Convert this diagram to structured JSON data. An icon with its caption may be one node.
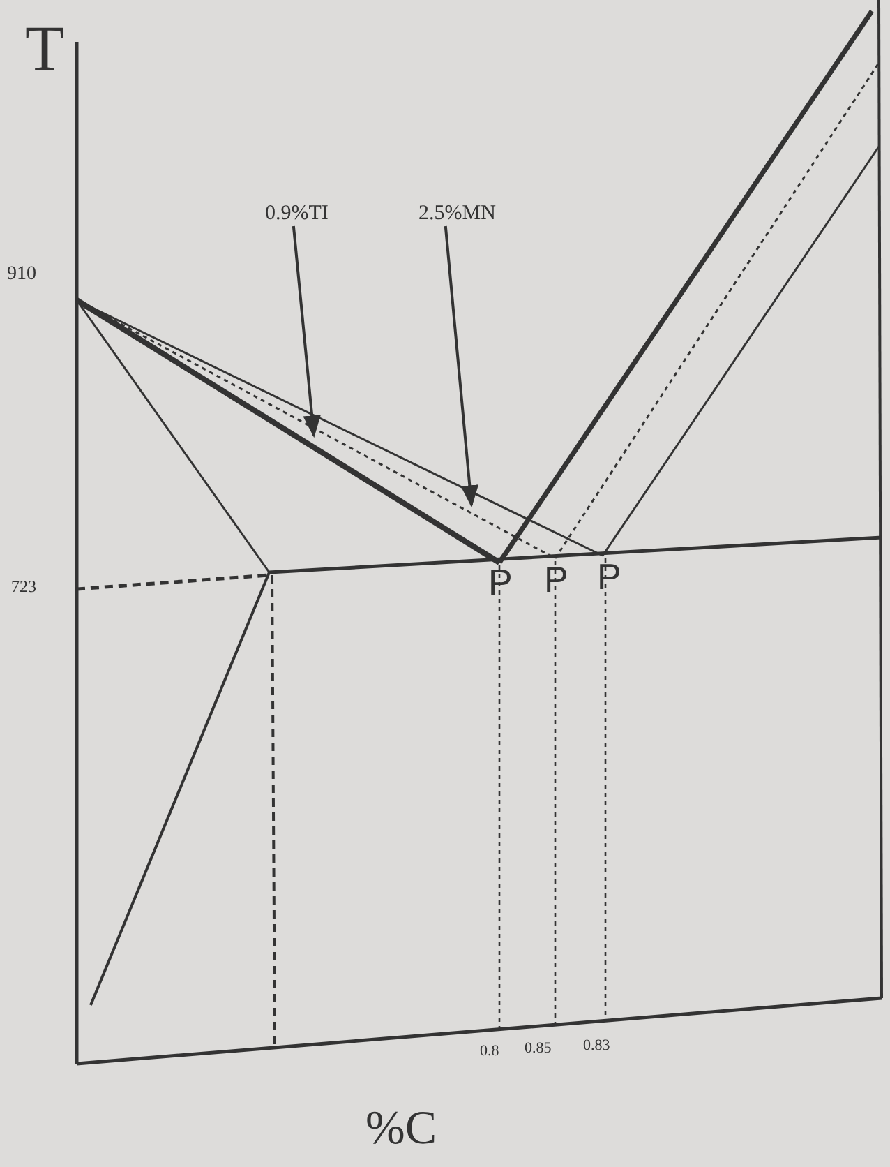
{
  "diagram": {
    "nodes": [
      {
        "text": [
          "0.9%TI"
        ]
      },
      {
        "text": [
          "2.5%MN"
        ]
      }
    ],
    "edges": [
      {
        "from": 0,
        "to": null,
        "arrow": "to"
      },
      {
        "from": 1,
        "to": null,
        "arrow": "to"
      }
    ],
    "labels": [
      "T",
      "910",
      "723",
      "P",
      "P",
      "P",
      "0.8",
      "0.85",
      "0.83",
      "%C"
    ]
  }
}
